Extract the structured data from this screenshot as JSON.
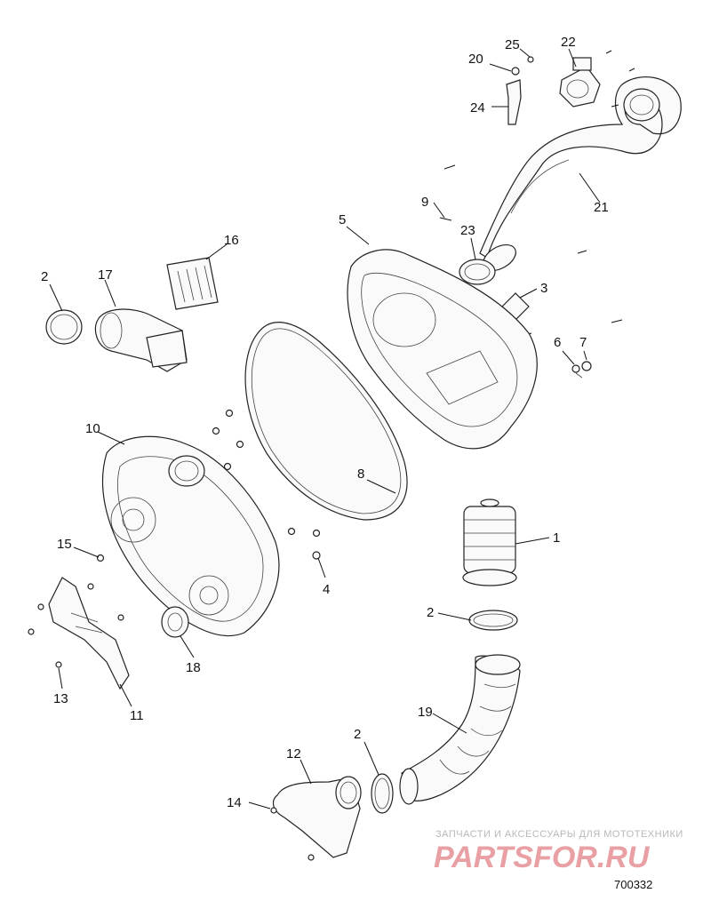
{
  "diagram": {
    "callouts": [
      {
        "id": "c1",
        "label": "1"
      },
      {
        "id": "c2a",
        "label": "2"
      },
      {
        "id": "c2b",
        "label": "2"
      },
      {
        "id": "c2c",
        "label": "2"
      },
      {
        "id": "c3",
        "label": "3"
      },
      {
        "id": "c4",
        "label": "4"
      },
      {
        "id": "c5",
        "label": "5"
      },
      {
        "id": "c6",
        "label": "6"
      },
      {
        "id": "c7",
        "label": "7"
      },
      {
        "id": "c8",
        "label": "8"
      },
      {
        "id": "c9",
        "label": "9"
      },
      {
        "id": "c10",
        "label": "10"
      },
      {
        "id": "c11",
        "label": "11"
      },
      {
        "id": "c12",
        "label": "12"
      },
      {
        "id": "c13",
        "label": "13"
      },
      {
        "id": "c14",
        "label": "14"
      },
      {
        "id": "c15",
        "label": "15"
      },
      {
        "id": "c16",
        "label": "16"
      },
      {
        "id": "c17",
        "label": "17"
      },
      {
        "id": "c18",
        "label": "18"
      },
      {
        "id": "c19",
        "label": "19"
      },
      {
        "id": "c20",
        "label": "20"
      },
      {
        "id": "c21",
        "label": "21"
      },
      {
        "id": "c22",
        "label": "22"
      },
      {
        "id": "c23",
        "label": "23"
      },
      {
        "id": "c24",
        "label": "24"
      },
      {
        "id": "c25",
        "label": "25"
      }
    ],
    "figure_number": "700332",
    "watermark": {
      "tagline": "ЗАПЧАСТИ И АКСЕССУАРЫ ДЛЯ МОТОТЕХНИКИ",
      "logo": "PARTSFOR.RU"
    }
  }
}
